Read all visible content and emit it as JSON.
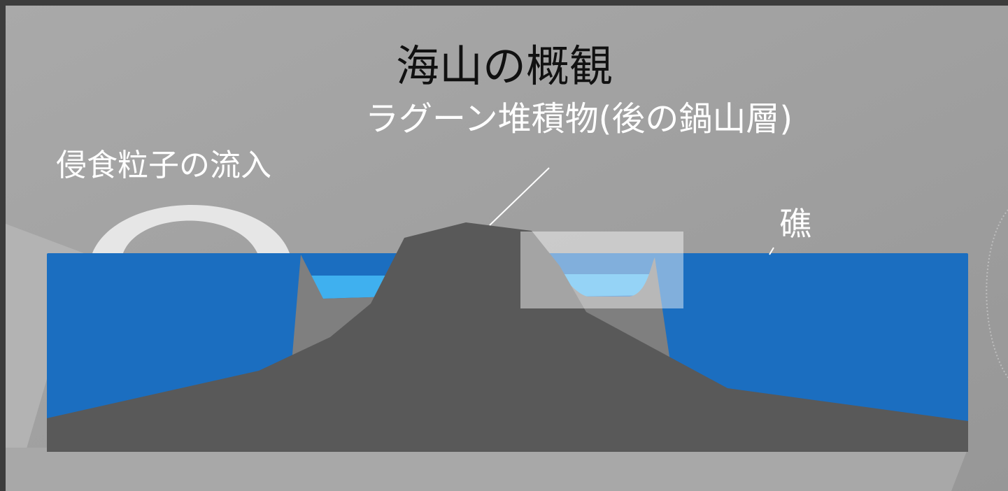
{
  "title": "海山の概観",
  "labels": {
    "lagoon_sediment": "ラグーン堆積物(後の鍋山層)",
    "erosion_inflow": "侵食粒子の流入",
    "reef": "礁"
  },
  "colors": {
    "background": "#a3a3a3",
    "ocean": "#1b6ec0",
    "lagoon": "#3fb0ef",
    "seamount": "#595959",
    "reef": "#7f7f7f",
    "label_text": "#ffffff",
    "title_text": "#111111"
  }
}
